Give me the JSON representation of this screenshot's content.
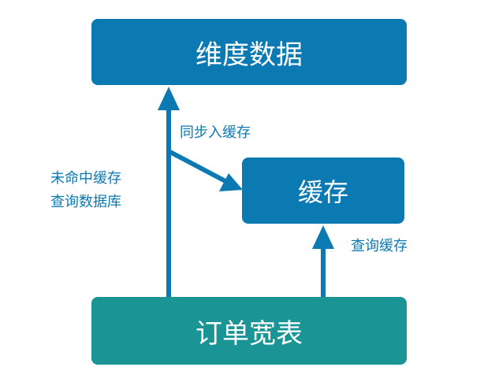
{
  "colors": {
    "primary": "#0b7ab3",
    "secondary": "#1a9494",
    "label": "#0b7ab3"
  },
  "nodes": {
    "dimension": {
      "label": "维度数据"
    },
    "cache": {
      "label": "缓存"
    },
    "order": {
      "label": "订单宽表"
    }
  },
  "edges": {
    "sync": {
      "label": "同步入缓存"
    },
    "miss": {
      "line1": "未命中缓存",
      "line2": "查询数据库"
    },
    "query": {
      "label": "查询缓存"
    }
  }
}
